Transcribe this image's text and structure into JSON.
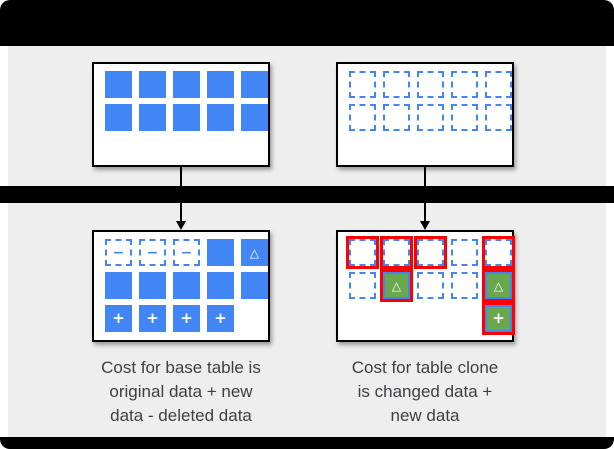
{
  "colors": {
    "blue": "#4285f4",
    "green": "#6aa84f",
    "red": "#ff0000",
    "black_bar": "#000000",
    "panel_gray": "#eeeeee",
    "box_background": "#ffffff",
    "box_border": "#000000",
    "text": "#3c4043"
  },
  "diagram": {
    "cell_symbols": {
      "minus": "−",
      "plus": "+",
      "delta": "△",
      "green-delta": "△",
      "green-plus": "+"
    },
    "boxes": {
      "top_left": {
        "cells": [
          "solid",
          "solid",
          "solid",
          "solid",
          "solid",
          "solid",
          "solid",
          "solid",
          "solid",
          "solid"
        ]
      },
      "top_right": {
        "cells": [
          "dashed",
          "dashed",
          "dashed",
          "dashed",
          "dashed",
          "dashed",
          "dashed",
          "dashed",
          "dashed",
          "dashed"
        ]
      },
      "bottom_left": {
        "cells": [
          "minus",
          "minus",
          "minus",
          "solid",
          "delta",
          "solid",
          "solid",
          "solid",
          "solid",
          "solid",
          "plus",
          "plus",
          "plus",
          "plus",
          "empty"
        ]
      },
      "bottom_right": {
        "cells": [
          "dashed-red",
          "dashed-red",
          "dashed-red",
          "dashed",
          "dashed-red",
          "dashed",
          "green-delta",
          "dashed",
          "dashed",
          "green-delta",
          "empty",
          "empty",
          "empty",
          "empty",
          "green-plus"
        ]
      }
    },
    "captions": {
      "left": "Cost for base table is\noriginal data + new\ndata - deleted data",
      "right": "Cost for table clone\nis changed data +\nnew data"
    }
  }
}
